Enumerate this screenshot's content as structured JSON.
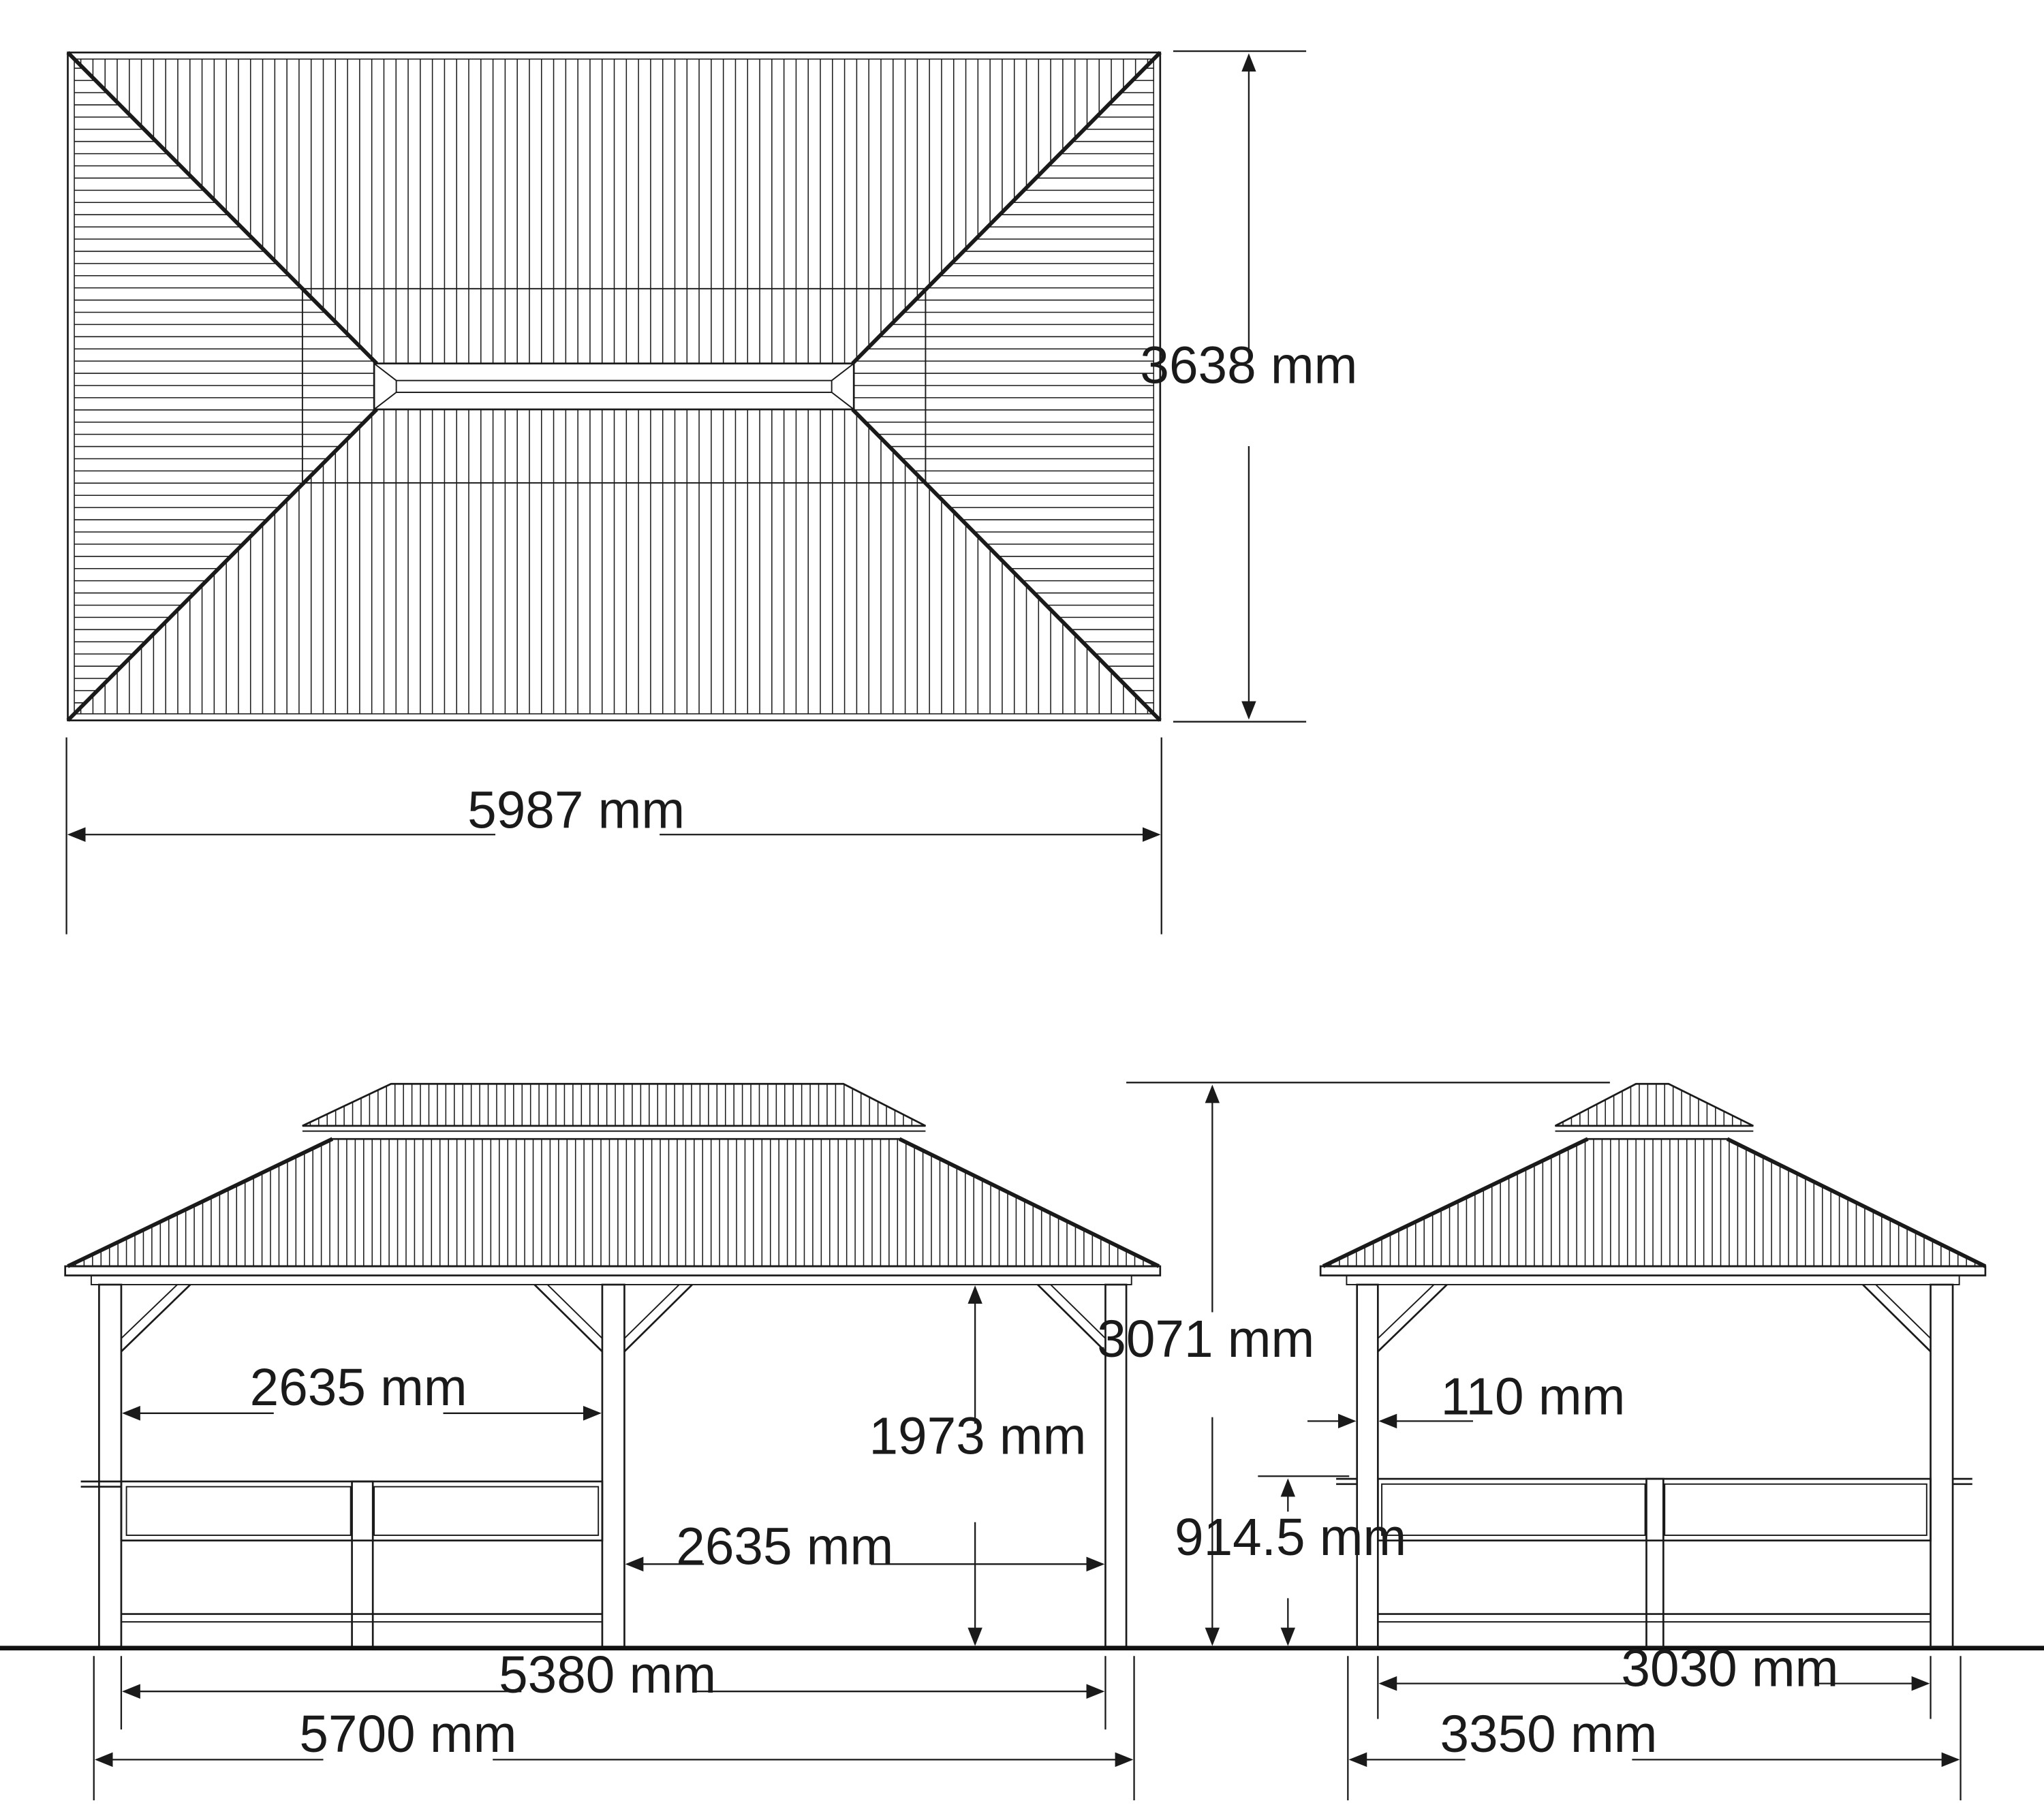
{
  "views": {
    "top": {
      "width_label": "5987 mm",
      "depth_label": "3638 mm"
    },
    "front": {
      "bay_width_left_label": "2635 mm",
      "bay_width_right_label": "2635 mm",
      "clear_height_label": "1973 mm",
      "post_span_label": "5380 mm",
      "overall_width_label": "5700 mm",
      "total_height_label": "3071 mm"
    },
    "side": {
      "post_width_label": "110 mm",
      "counter_height_label": "914.5 mm",
      "post_span_label": "3030 mm",
      "overall_width_label": "3350 mm"
    }
  },
  "colors": {
    "line": "#1a1a1a",
    "ground": "#111111",
    "background": "#ffffff"
  }
}
